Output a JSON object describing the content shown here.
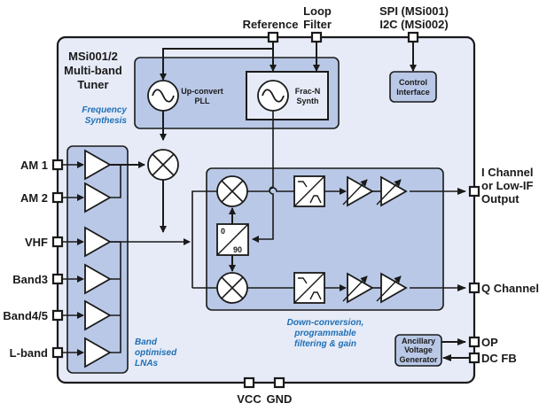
{
  "title": {
    "line1": "MSi001/2",
    "line2": "Multi-band",
    "line3": "Tuner"
  },
  "top_pins": {
    "reference": "Reference",
    "loop_filter_1": "Loop",
    "loop_filter_2": "Filter",
    "spi": "SPI (MSi001)",
    "i2c": "I2C (MSi002)"
  },
  "left_pins": [
    "AM 1",
    "AM 2",
    "VHF",
    "Band3",
    "Band4/5",
    "L-band"
  ],
  "right_pins": {
    "i_channel_1": "I Channel",
    "i_channel_2": "or Low-IF",
    "i_channel_3": "Output",
    "q_channel": "Q Channel",
    "op": "OP",
    "dc_fb": "DC FB"
  },
  "bottom_pins": {
    "vcc": "VCC",
    "gnd": "GND"
  },
  "blocks": {
    "upconvert_1": "Up-convert",
    "upconvert_2": "PLL",
    "fracn_1": "Frac-N",
    "fracn_2": "Synth",
    "control_1": "Control",
    "control_2": "Interface",
    "ancillary_1": "Ancillary",
    "ancillary_2": "Voltage",
    "ancillary_3": "Generator",
    "phase_0": "0",
    "phase_90": "90"
  },
  "notes": {
    "freq_synth_1": "Frequency",
    "freq_synth_2": "Synthesis",
    "lna_1": "Band",
    "lna_2": "optimised",
    "lna_3": "LNAs",
    "downconv_1": "Down-conversion,",
    "downconv_2": "programmable",
    "downconv_3": "filtering & gain"
  },
  "colors": {
    "chip_fill": "#e6ebf7",
    "block_fill": "#b9c8e6",
    "note_blue": "#1f6fb5",
    "line": "#1a1a1a"
  }
}
